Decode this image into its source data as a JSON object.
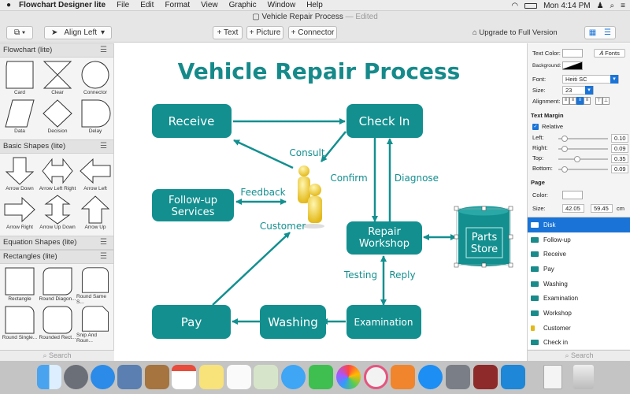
{
  "menubar": {
    "app": "Flowchart Designer lite",
    "items": [
      "File",
      "Edit",
      "Format",
      "View",
      "Graphic",
      "Window",
      "Help"
    ],
    "clock": "Mon 4:14 PM"
  },
  "window": {
    "title": "Vehicle Repair Process",
    "status": "— Edited"
  },
  "toolbar": {
    "align": "Align Left",
    "text": "+ Text",
    "picture": "+ Picture",
    "connector": "+ Connector",
    "upgrade": "Upgrade to Full Version"
  },
  "library": {
    "sections": [
      {
        "title": "Flowchart (lite)",
        "shapes": [
          "Card",
          "Clear",
          "Connector",
          "Data",
          "Decision",
          "Delay"
        ]
      },
      {
        "title": "Basic Shapes (lite)",
        "shapes": [
          "Arrow Down",
          "Arrow Left Right",
          "Arrow Left",
          "Arrow Right",
          "Arrow Up Down",
          "Arrow Up"
        ]
      },
      {
        "title": "Equation Shapes (lite)",
        "shapes": []
      },
      {
        "title": "Rectangles (lite)",
        "shapes": [
          "Rectangle",
          "Round Diagon...",
          "Round Same S...",
          "Round Single...",
          "Rounded Rect...",
          "Snip And Roun..."
        ]
      }
    ],
    "search_placeholder": "Search"
  },
  "diagram": {
    "title": "Vehicle Repair Process",
    "colors": {
      "box": "#138f8f",
      "title": "#168a8a",
      "arrow": "#138f8f",
      "person": "#e8c829"
    },
    "nodes": {
      "receive": "Receive",
      "checkin": "Check In",
      "followup": "Follow-up Services",
      "repair": "Repair Workshop",
      "parts": "Parts Store",
      "pay": "Pay",
      "washing": "Washing",
      "examination": "Examination"
    },
    "labels": {
      "consult": "Consult",
      "feedback": "Feedback",
      "confirm": "Confirm",
      "diagnose": "Diagnose",
      "customer": "Customer",
      "testing": "Testing",
      "reply": "Reply"
    }
  },
  "inspector": {
    "text_color_label": "Text Color:",
    "fonts_button": "Fonts",
    "background_label": "Background:",
    "font_label": "Font:",
    "font_value": "Heiti SC",
    "size_label": "Size:",
    "size_value": "23",
    "alignment_label": "Alignment:",
    "text_margin_title": "Text Margin",
    "relative_label": "Relative",
    "margins": [
      {
        "label": "Left:",
        "value": "0.10"
      },
      {
        "label": "Right:",
        "value": "0.09"
      },
      {
        "label": "Top:",
        "value": "0.35"
      },
      {
        "label": "Bottom:",
        "value": "0.09"
      }
    ],
    "page_title": "Page",
    "color_label": "Color:",
    "page_size_label": "Size:",
    "page_width": "42.05",
    "page_height": "59.45",
    "unit": "cm",
    "layers": [
      "Disk",
      "Follow-up",
      "Receive",
      "Pay",
      "Washing",
      "Examination",
      "Workshop",
      "Customer",
      "Check in"
    ],
    "search_placeholder": "Search"
  }
}
